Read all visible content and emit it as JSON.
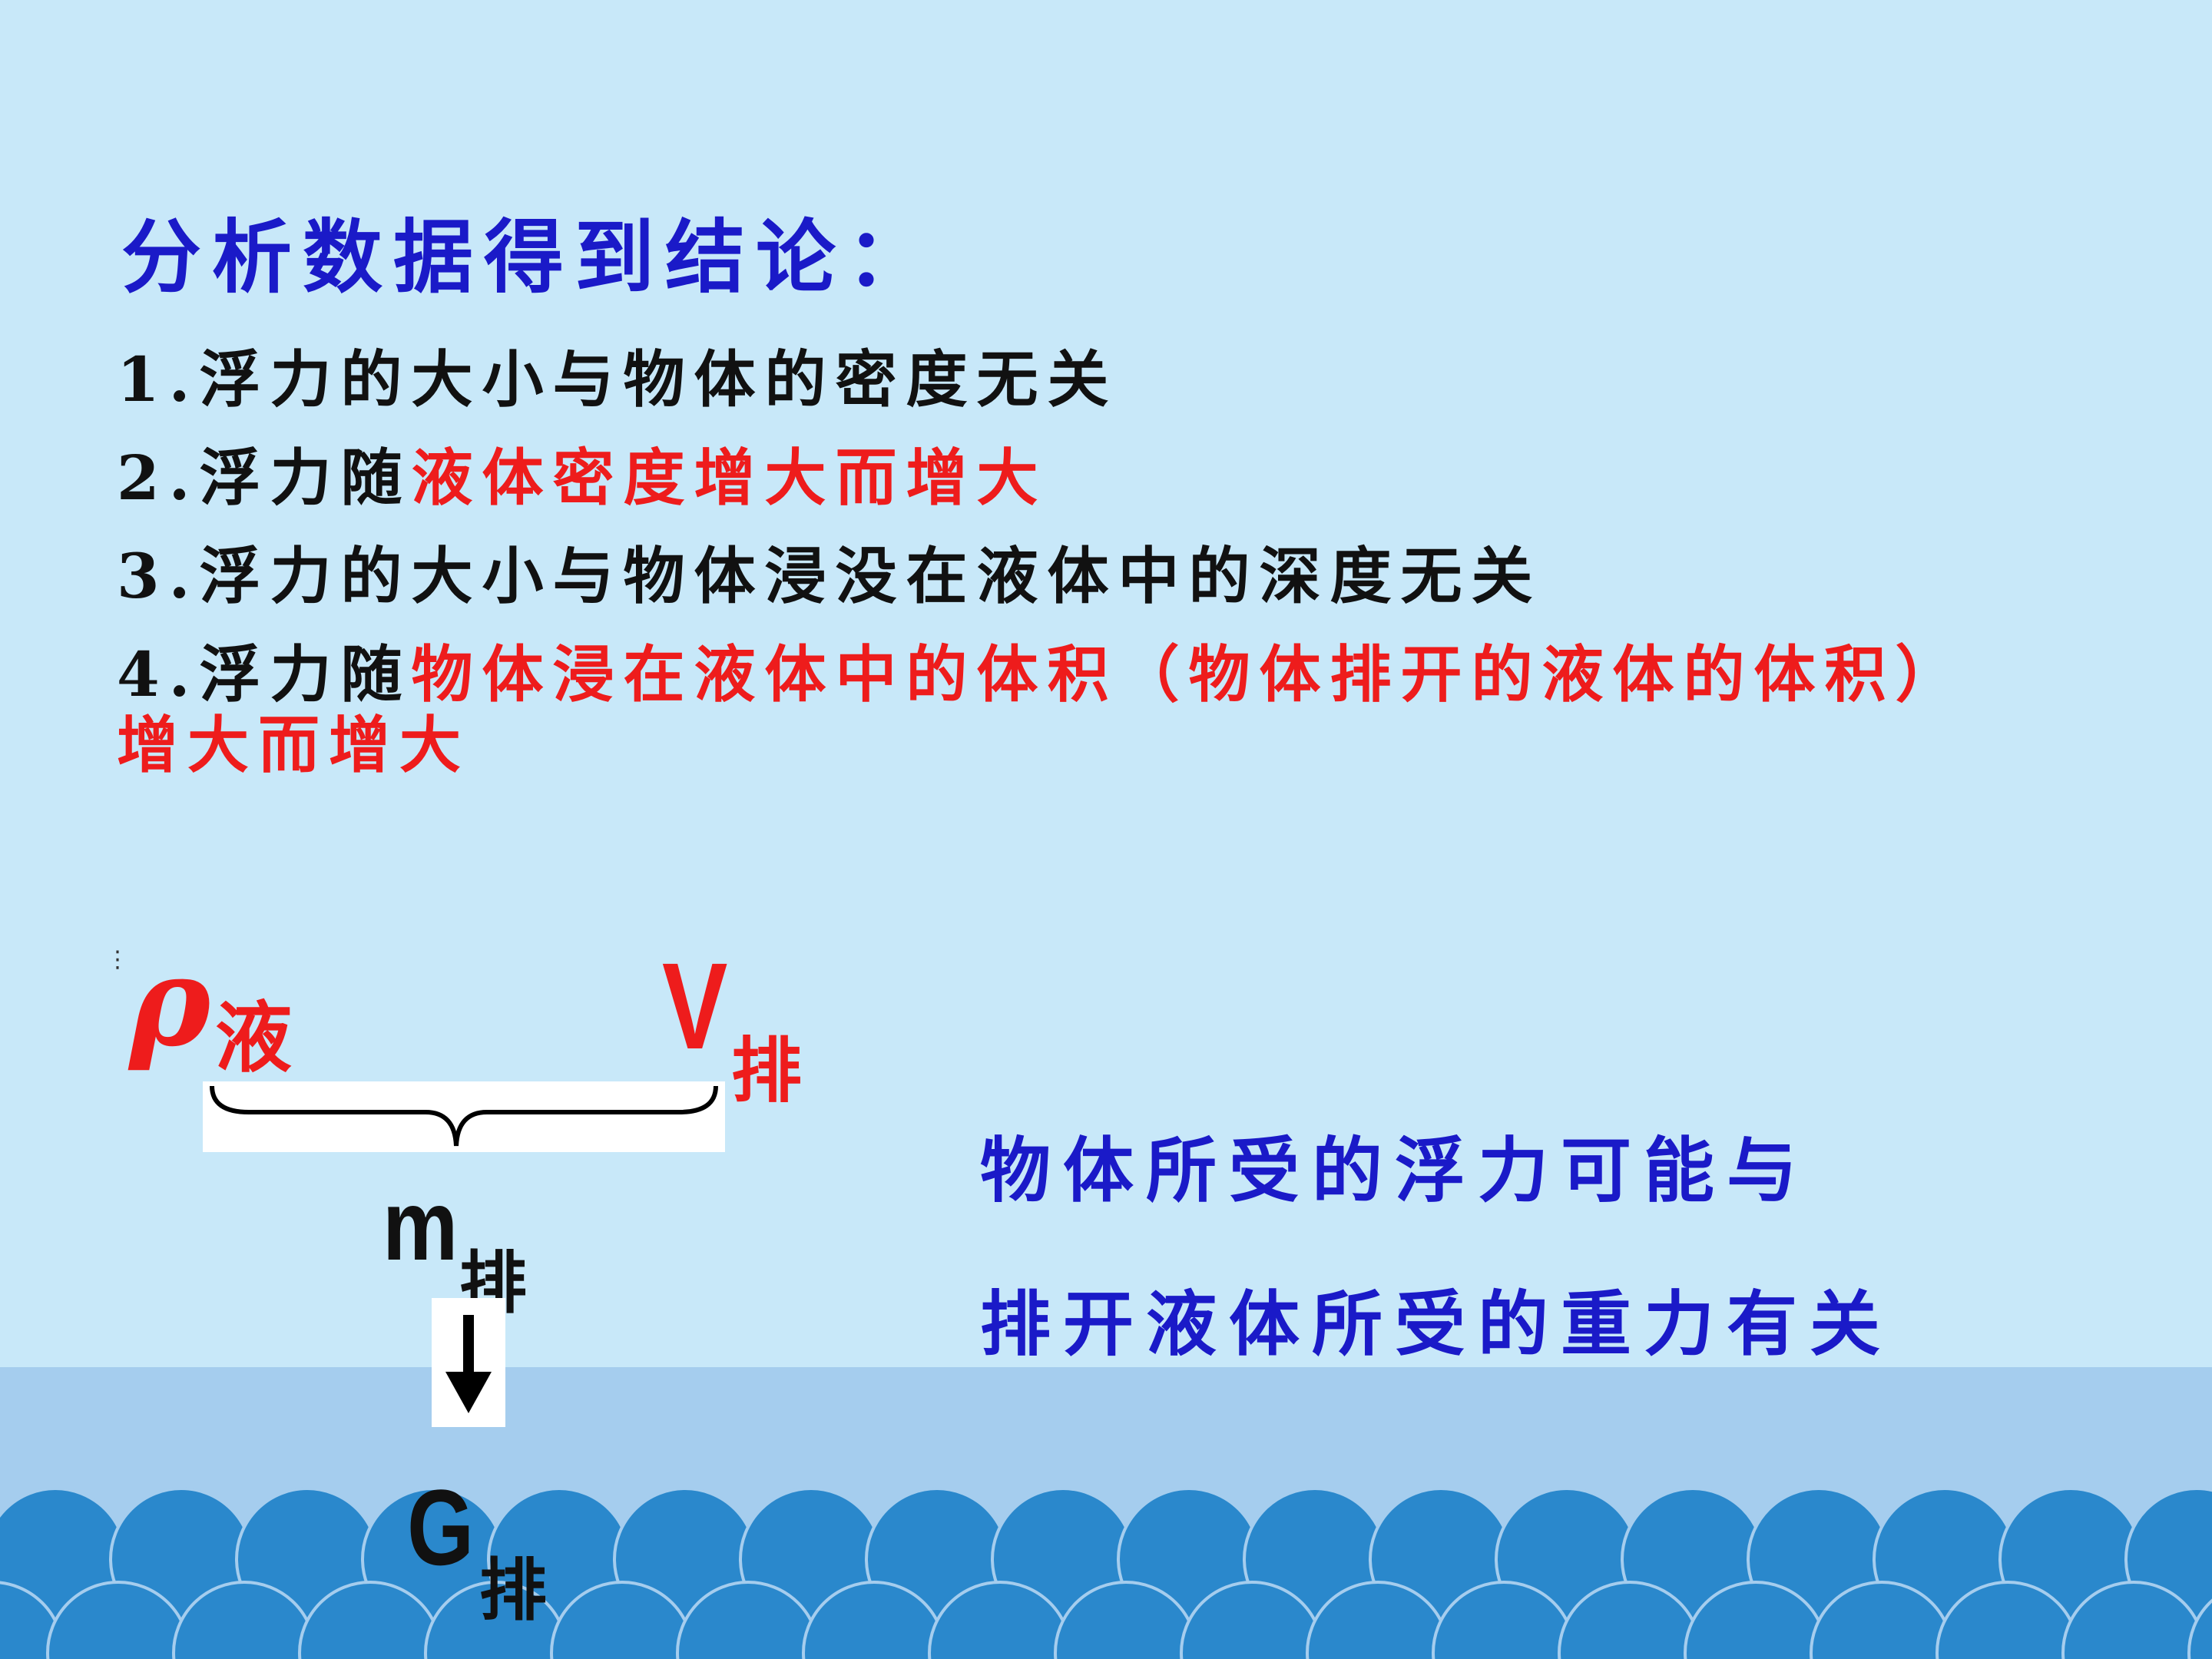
{
  "heading": "分析数据得到结论：",
  "conclusions": [
    {
      "number": "1.",
      "text_a": "浮力的大小与物体的密度无关",
      "text_red": "",
      "text_b": ""
    },
    {
      "number": "2.",
      "text_a": "浮力随",
      "text_red": "液体密度增大而增大",
      "text_b": ""
    },
    {
      "number": "3.",
      "text_a": "浮力的大小与物体浸没在液体中的深度无关",
      "text_red": "",
      "text_b": ""
    },
    {
      "number": "4.",
      "text_a": "浮力随",
      "text_red": "物体浸在液体中的体积（物体排开的液体的体积）",
      "text_b": ""
    }
  ],
  "conclusion4_cont": "增大而增大",
  "diagram": {
    "rho": "ρ",
    "rho_sub": "液",
    "v": "V",
    "v_sub": "排",
    "m": "m",
    "m_sub": "排",
    "g": "G",
    "g_sub": "排"
  },
  "hypothesis": {
    "line1": "物体所受的浮力可能与",
    "line2": "排开液体所受的重力有关"
  },
  "colors": {
    "background": "#c8e8f9",
    "heading": "#1a1ac8",
    "highlight": "#ee1c1c",
    "wave_dark": "#2a88cc",
    "wave_light": "#a5cdee"
  }
}
